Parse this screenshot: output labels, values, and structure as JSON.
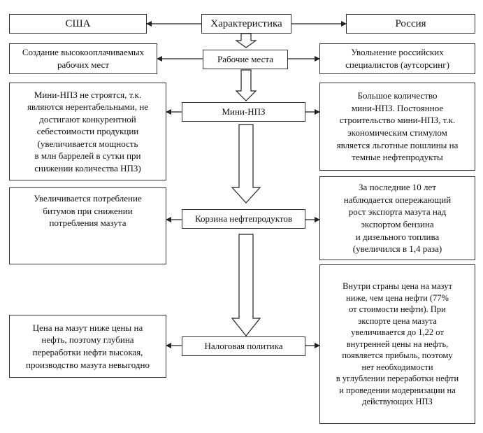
{
  "header": {
    "usa": "США",
    "characteristic": "Характеристика",
    "russia": "Россия"
  },
  "rows": [
    {
      "center": "Рабочие места",
      "left": "Создание высокооплачиваемых\nрабочих мест",
      "right": "Увольнение российских\nспециалистов (аутсорсинг)"
    },
    {
      "center": "Мини-НПЗ",
      "left": "Мини-НПЗ не строятся, т.к.\nявляются нерентабельными, не\nдостигают конкурентной\nсебестоимости продукции\n(увеличивается мощность\nв млн  баррелей в сутки  при\nснижении количества НПЗ)",
      "right": "Большое количество\nмини-НПЗ.  Постоянное\nстроительство мини-НПЗ, т.к.\nэкономическим стимулом\nявляется льготные пошлины на\nтемные нефтепродукты"
    },
    {
      "center": "Корзина нефтепродуктов",
      "left": "Увеличивается потребление\nбитумов  при снижении\nпотребления мазута",
      "right": "За последние 10 лет\nнаблюдается опережающий\nрост экспорта мазута над\nэкспортом бензина\nи дизельного топлива\n(увеличился в 1,4 раза)"
    },
    {
      "center": "Налоговая политика",
      "left": "Цена на мазут ниже цены на\nнефть, поэтому глубина\nпереработки нефти высокая,\nпроизводство мазута невыгодно",
      "right": "Внутри страны цена на мазут\nниже, чем цена нефти (77%\nот стоимости нефти). При\nэкспорте цена мазута\nувеличивается до 1,22 от\nвнутренней цены на нефть,\nпоявляется прибыль, поэтому\nнет необходимости\nв углублении переработки нефти\nи проведении модернизации на\nдействующих НПЗ"
    }
  ]
}
